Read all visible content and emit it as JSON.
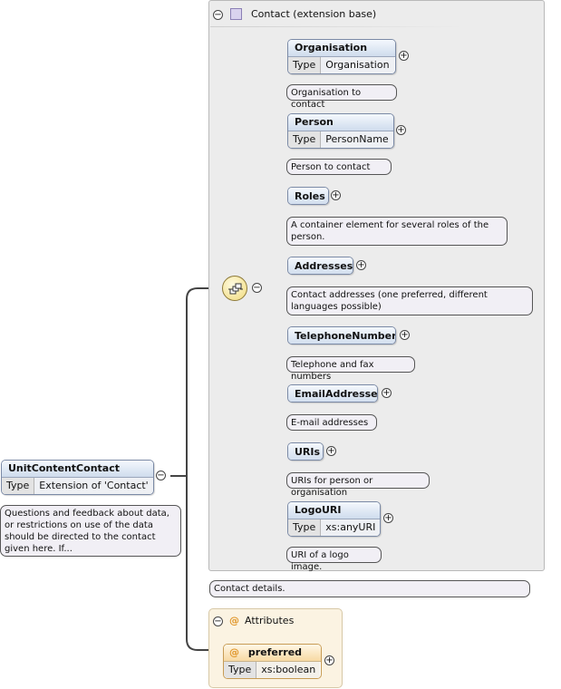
{
  "root": {
    "name": "UnitContentContact",
    "type_key": "Type",
    "type_value": "Extension of 'Contact'",
    "doc": "Questions and feedback about data, or restrictions on use of the data should be directed to the contact given here. If..."
  },
  "base": {
    "title": "Contact (extension base)",
    "doc": "Contact details."
  },
  "elements": [
    {
      "name": "Organisation",
      "type_key": "Type",
      "type_value": "Organisation",
      "doc": "Organisation to contact"
    },
    {
      "name": "Person",
      "type_key": "Type",
      "type_value": "PersonName",
      "doc": "Person to contact"
    },
    {
      "name": "Roles",
      "doc": "A container element for several roles of the person."
    },
    {
      "name": "Addresses",
      "doc": "Contact addresses (one preferred, different languages possible)"
    },
    {
      "name": "TelephoneNumbers",
      "doc": "Telephone and fax numbers"
    },
    {
      "name": "EmailAddresses",
      "doc": "E-mail addresses"
    },
    {
      "name": "URIs",
      "doc": "URIs for person or organisation"
    },
    {
      "name": "LogoURI",
      "type_key": "Type",
      "type_value": "xs:anyURI",
      "doc": "URI of a logo image."
    }
  ],
  "attributes": {
    "title": "Attributes",
    "at_symbol": "@",
    "items": [
      {
        "name": "preferred",
        "type_key": "Type",
        "type_value": "xs:boolean"
      }
    ]
  },
  "symbols": {
    "plus": "+",
    "minus": "−"
  },
  "colors": {
    "element_header": "#cfdced",
    "group_bg": "#ececec",
    "doc_bg": "#f1eff5",
    "attr_header": "#f7d9a3"
  }
}
